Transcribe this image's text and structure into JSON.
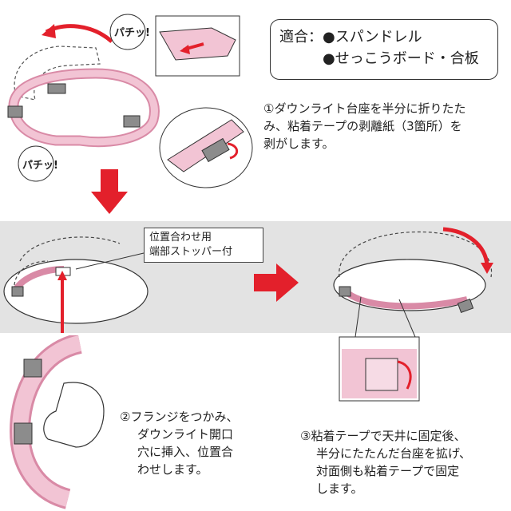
{
  "compat": {
    "label": "適合：",
    "item1": "●スパンドレル",
    "item2": "●せっこうボード・合板"
  },
  "snap_sound": "パチッ!",
  "step1": {
    "lines": [
      "①ダウンライト台座を半分に折りたた",
      "み、粘着テープの剥離紙（3箇所）を",
      "剥がします。"
    ]
  },
  "callout": {
    "line1": "位置合わせ用",
    "line2": "端部ストッパー付"
  },
  "step2": {
    "lines": [
      "②フランジをつかみ、",
      "ダウンライト開口",
      "穴に挿入、位置合",
      "わせします。"
    ]
  },
  "step3": {
    "lines": [
      "③粘着テープで天井に固定後、",
      "半分にたたんだ台座を拡げ、",
      "対面側も粘着テープで固定",
      "します。"
    ]
  },
  "colors": {
    "pink": "#f2c4d4",
    "pink_dark": "#d98aa6",
    "red": "#e3202b",
    "grey_panel": "#e3e3e3",
    "tape": "#8c8c8c"
  }
}
